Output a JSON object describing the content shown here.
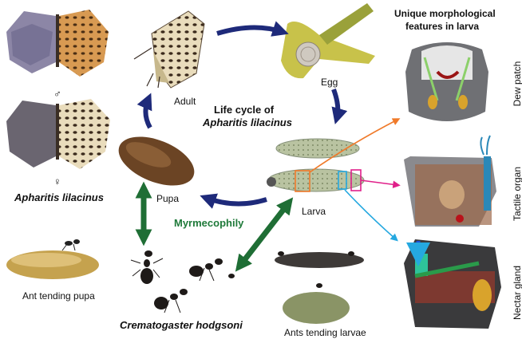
{
  "labels": {
    "adult": "Adult",
    "egg": "Egg",
    "larva": "Larva",
    "pupa": "Pupa",
    "title_line1": "Life cycle of",
    "title_line2": "Apharitis lilacinus",
    "species": "Apharitis lilacinus",
    "myrmecophily": "Myrmecophily",
    "ant_species": "Crematogaster hodgsoni",
    "ant_tending_pupa": "Ant tending pupa",
    "ants_tending_larvae": "Ants tending larvae",
    "unique_line1": "Unique morphological",
    "unique_line2": "features in larva",
    "dew_patch": "Dew patch",
    "tactile_organ": "Tactile organ",
    "nectar_gland": "Nectar gland",
    "male_symbol": "♂",
    "female_symbol": "♀"
  },
  "colors": {
    "cycle_arrow": "#1e2a7a",
    "myrmecophily_arrow": "#1f6e35",
    "dew_patch_pointer": "#f07a2a",
    "tactile_organ_pointer": "#e0208a",
    "nectar_gland_pointer": "#25a8e0",
    "myrmecophily_text": "#1f7a3a"
  }
}
